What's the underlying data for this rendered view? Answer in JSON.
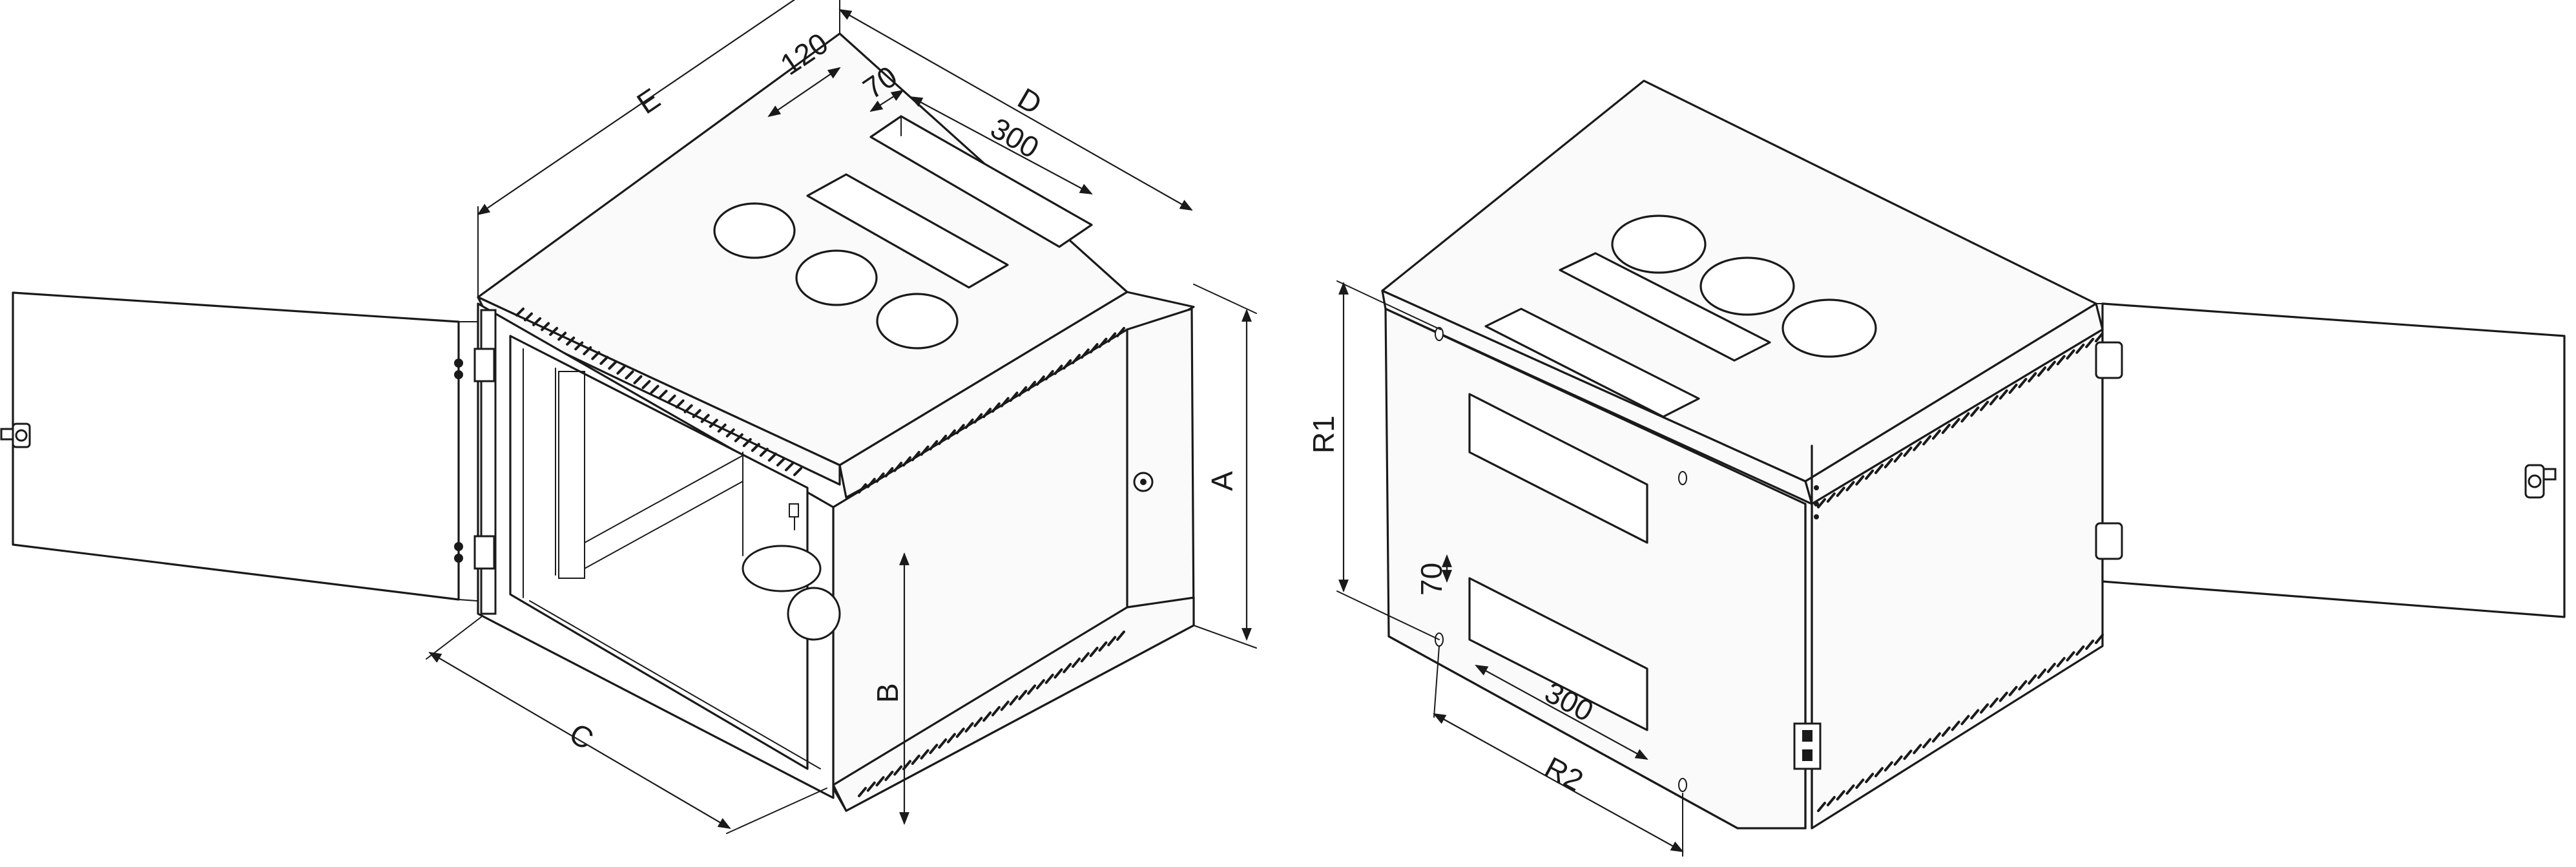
{
  "dimensions": {
    "E": "E",
    "d120": "120",
    "d70_top": "70",
    "D": "D",
    "d300_top": "300",
    "A": "A",
    "B": "B",
    "C": "C",
    "R1": "R1",
    "d70_side": "70",
    "d300_side": "300",
    "R2": "R2"
  },
  "colors": {
    "line": "#1a1a1a",
    "background": "#ffffff"
  }
}
